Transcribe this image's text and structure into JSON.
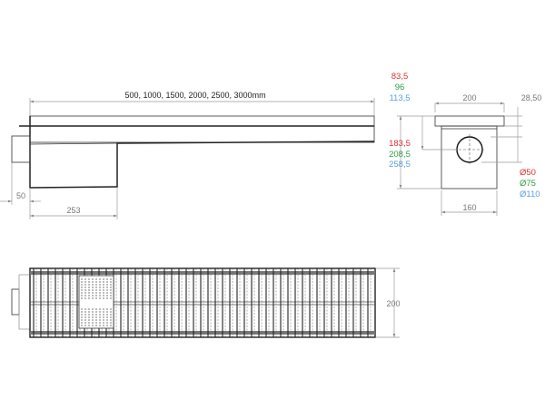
{
  "side_view": {
    "length_label": "500, 1000, 1500, 2000, 2500, 3000mm",
    "outlet_offset_label": "50",
    "sump_length_label": "253"
  },
  "end_view": {
    "width_top_label": "200",
    "flange_label": "28,50",
    "width_bottom_label": "160",
    "heights_top": [
      {
        "value": "83,5",
        "color": "#e03030"
      },
      {
        "value": "96",
        "color": "#30a040"
      },
      {
        "value": "113,5",
        "color": "#5aa0e0"
      }
    ],
    "heights_total": [
      {
        "value": "183,5",
        "color": "#e03030"
      },
      {
        "value": "208,5",
        "color": "#30a040"
      },
      {
        "value": "258,5",
        "color": "#5aa0e0"
      }
    ],
    "diameters": [
      {
        "value": "Ø50",
        "color": "#e03030"
      },
      {
        "value": "Ø75",
        "color": "#30a040"
      },
      {
        "value": "Ø110",
        "color": "#5aa0e0"
      }
    ]
  },
  "top_view": {
    "width_label": "200"
  }
}
